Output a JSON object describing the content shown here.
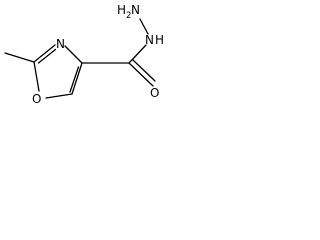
{
  "molecule": {
    "atoms": {
      "amine_n": {
        "label": "H",
        "subscript": "2",
        "suffix": "N"
      },
      "hydrazide_n": {
        "label": "N",
        "h_label": "H"
      },
      "ring_n": {
        "label": "N"
      },
      "ring_o": {
        "label": "O"
      },
      "carbonyl_o": {
        "label": "O"
      }
    }
  }
}
